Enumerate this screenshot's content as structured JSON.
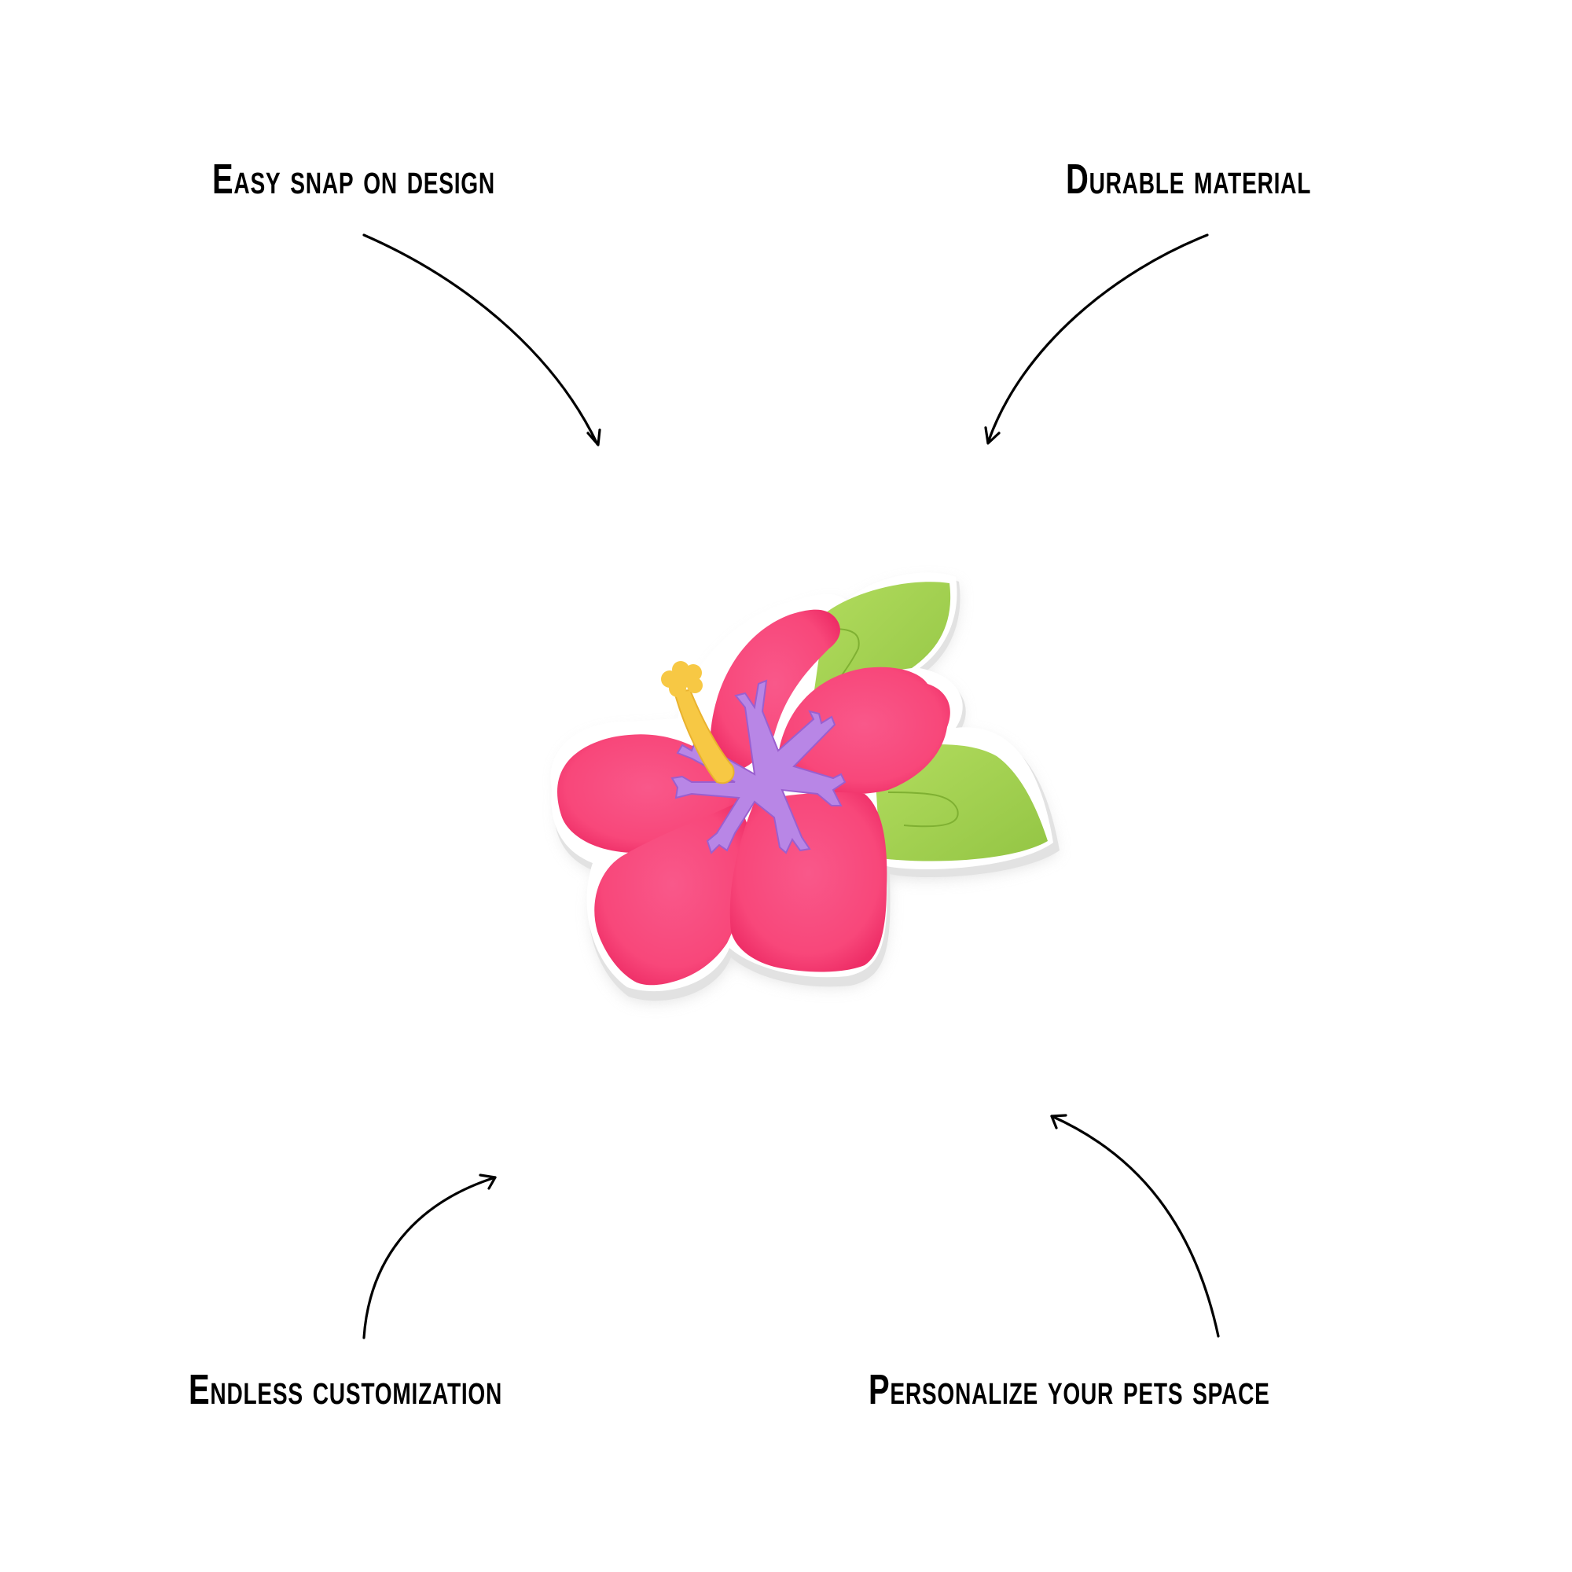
{
  "features": {
    "top_left": {
      "label": "Easy snap on design",
      "arrow_icon": "curved-arrow-down-right"
    },
    "top_right": {
      "label": "Durable material",
      "arrow_icon": "curved-arrow-down-left"
    },
    "bottom_left": {
      "label": "Endless customization",
      "arrow_icon": "curved-arrow-up-right"
    },
    "bottom_right": {
      "label": "Personalize your pets space",
      "arrow_icon": "curved-arrow-up-left"
    }
  },
  "product": {
    "name": "hibiscus-charm",
    "colors": {
      "petal": "#F8477A",
      "petal_shade": "#E8306A",
      "center": "#B886E6",
      "stamen": "#F7C844",
      "leaf": "#A3D44E",
      "leaf_shade": "#8FC03E",
      "base": "#FFFFFF",
      "base_edge": "#DADADA"
    }
  },
  "background": "#FFFFFF"
}
